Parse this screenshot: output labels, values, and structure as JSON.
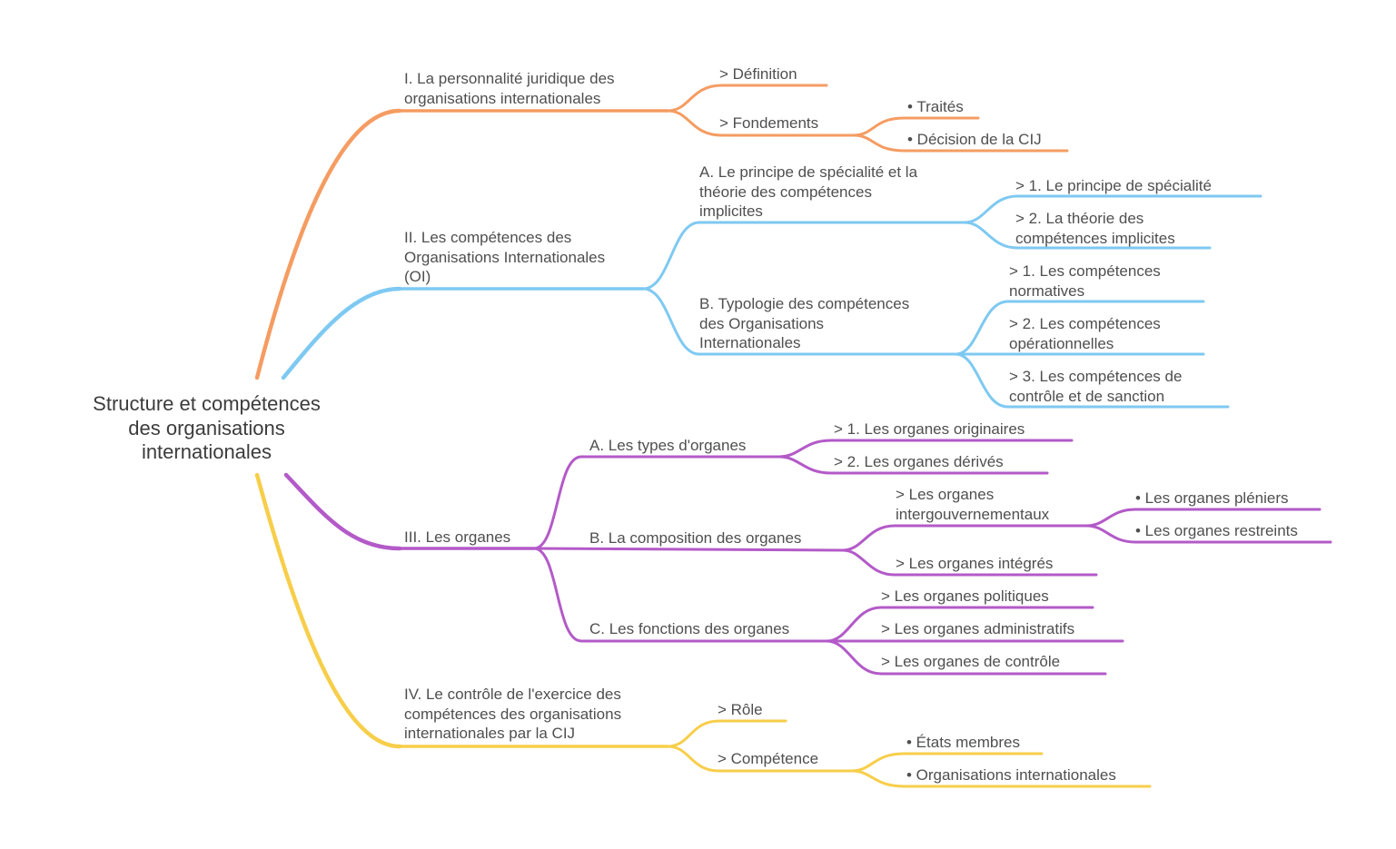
{
  "root": {
    "label": "Structure et compétences\ndes organisations\ninternationales"
  },
  "colors": {
    "orange": "#F59C62",
    "blue": "#7EC9F2",
    "purple": "#B35AC8",
    "yellow": "#F7CE4A"
  },
  "nodes": {
    "s1": "I.   La personnalité juridique des\norganisations internationales",
    "s1_def": ">   Définition",
    "s1_fond": ">   Fondements",
    "s1_traites": "• Traités",
    "s1_cij": "• Décision de la CIJ",
    "s2": "II.  Les compétences des\nOrganisations Internationales\n(OI)",
    "s2_a": "A.  Le principe de spécialité et la\nthéorie des compétences\nimplicites",
    "s2_a1": ">   1. Le principe de spécialité",
    "s2_a2": ">   2. La théorie des\ncompétences implicites",
    "s2_b": "B.  Typologie des compétences\ndes Organisations\nInternationales",
    "s2_b1": ">   1. Les compétences\nnormatives",
    "s2_b2": ">   2. Les compétences\nopérationnelles",
    "s2_b3": ">   3. Les compétences de\ncontrôle et de sanction",
    "s3": "III. Les organes",
    "s3_a": "A.  Les types d'organes",
    "s3_a1": ">   1. Les organes originaires",
    "s3_a2": ">   2. Les organes dérivés",
    "s3_b": "B.  La composition des organes",
    "s3_b1": ">   Les organes\nintergouvernementaux",
    "s3_b1a": "• Les organes pléniers",
    "s3_b1b": "• Les organes restreints",
    "s3_b2": ">   Les organes intégrés",
    "s3_c": "C.  Les fonctions des organes",
    "s3_c1": ">   Les organes politiques",
    "s3_c2": ">   Les organes administratifs",
    "s3_c3": ">   Les organes de contrôle",
    "s4": "IV. Le contrôle de l'exercice des\ncompétences des organisations\ninternationales par la CIJ",
    "s4_role": ">   Rôle",
    "s4_comp": ">   Compétence",
    "s4_etats": "• États membres",
    "s4_org": "• Organisations internationales"
  }
}
